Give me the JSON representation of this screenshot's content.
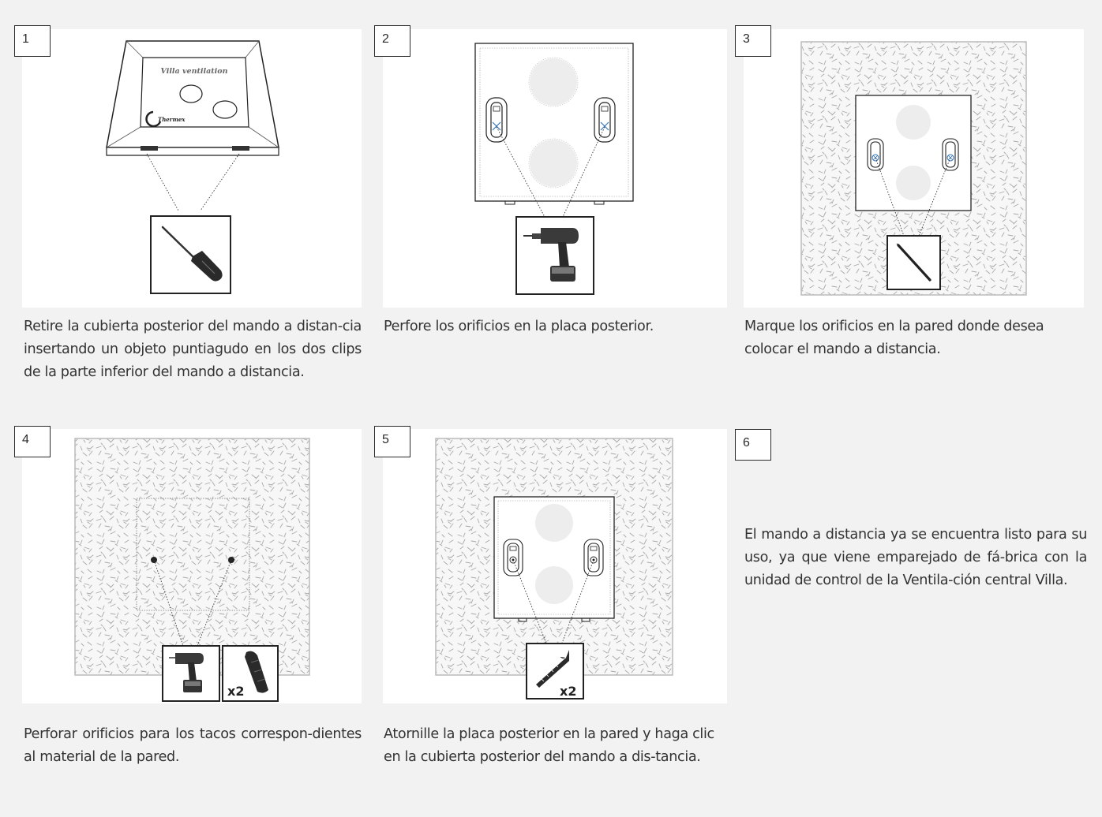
{
  "steps": [
    {
      "number": "1",
      "caption": "Retire la cubierta posterior del mando a distan-cia insertando un objeto puntiagudo en los dos clips de la parte inferior del mando a distancia.",
      "device_brand": "Villa ventilation",
      "device_logo": "Thermex"
    },
    {
      "number": "2",
      "caption": "Perfore los orificios en la placa posterior."
    },
    {
      "number": "3",
      "caption": "Marque los orificios en la pared donde desea colocar el mando a distancia."
    },
    {
      "number": "4",
      "caption": "Perforar orificios para los tacos correspon-dientes al material de la pared.",
      "multiplier": "x2"
    },
    {
      "number": "5",
      "caption": "Atornille la placa posterior en la pared y haga clic en la cubierta posterior del mando a dis-tancia.",
      "multiplier": "x2"
    },
    {
      "number": "6",
      "caption": "El mando a distancia ya se encuentra listo para su uso, ya que viene emparejado de fá-brica con la unidad de control de la Ventila-ción central Villa."
    }
  ],
  "icons": {
    "step1_tool": "screwdriver-icon",
    "step2_tool": "drill-icon",
    "step3_tool": "pencil-icon",
    "step4_tools": [
      "drill-icon",
      "wall-plug-icon"
    ],
    "step5_tool": "screw-icon"
  }
}
